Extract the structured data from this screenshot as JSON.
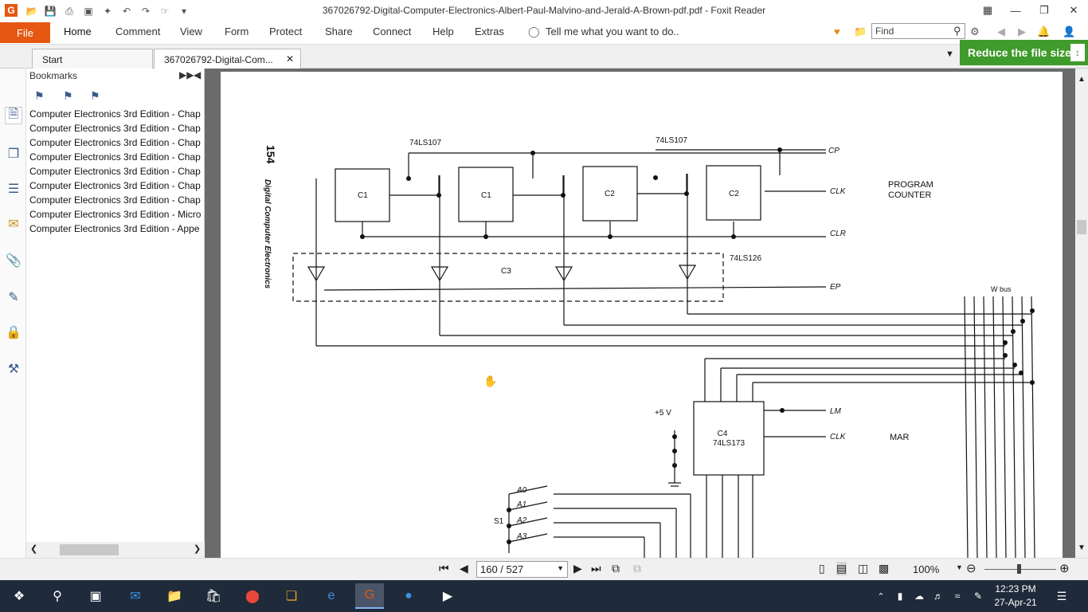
{
  "window": {
    "title": "367026792-Digital-Computer-Electronics-Albert-Paul-Malvino-and-Jerald-A-Brown-pdf.pdf - Foxit Reader"
  },
  "ribbon": {
    "file": "File",
    "menus": [
      "Home",
      "Comment",
      "View",
      "Form",
      "Protect",
      "Share",
      "Connect",
      "Help",
      "Extras"
    ],
    "tell_me": "Tell me what you want to do..",
    "search_placeholder": "Find"
  },
  "tabs": {
    "start": "Start",
    "doc": "367026792-Digital-Com..."
  },
  "ad": {
    "label": "Reduce the file size"
  },
  "bookmarks": {
    "header": "Bookmarks",
    "items": [
      "Computer Electronics 3rd Edition - Chap",
      "Computer Electronics 3rd Edition - Chap",
      "Computer Electronics 3rd Edition - Chap",
      "Computer Electronics 3rd Edition - Chap",
      "Computer Electronics 3rd Edition - Chap",
      "Computer Electronics 3rd Edition - Chap",
      "Computer Electronics 3rd Edition - Chap",
      "Computer Electronics 3rd Edition - Micro",
      "Computer Electronics 3rd Edition - Appe"
    ]
  },
  "page": {
    "page_number": "154",
    "running_head": "Digital Computer Electronics",
    "chips": {
      "top1": "74LS107",
      "top2": "74LS107",
      "buffer": "74LS126",
      "c3": "C3",
      "c4": "C4",
      "c4_part": "74LS173",
      "c1": "C1",
      "c2": "C2"
    },
    "labels": {
      "program_counter": "PROGRAM\nCOUNTER",
      "mar": "MAR",
      "wbus": "W bus",
      "plus5v": "+5 V",
      "s1": "S1",
      "cp": "CP",
      "clk": "CLK",
      "clr": "CLR",
      "ep": "EP",
      "lm": "LM",
      "clk2": "CLK"
    },
    "switches": [
      "A0",
      "A1",
      "A2",
      "A3"
    ]
  },
  "status": {
    "page": "160 / 527",
    "zoom": "100%"
  },
  "taskbar": {
    "time": "12:23 PM",
    "date": "27-Apr-21"
  },
  "colors": {
    "accent": "#e55712",
    "ad_green": "#3f9b2b",
    "taskbar": "#1f2a3a"
  }
}
